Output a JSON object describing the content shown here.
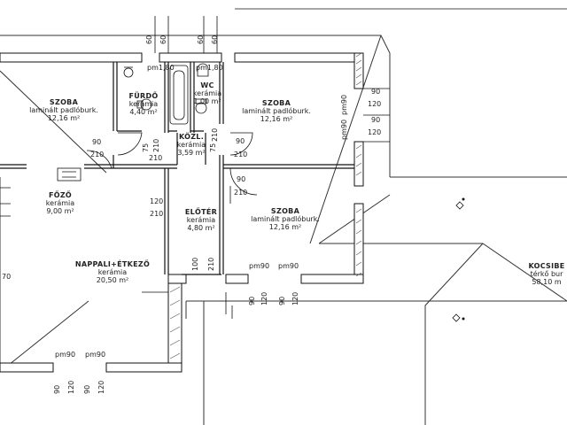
{
  "rooms": {
    "szoba1": {
      "name": "SZOBA",
      "floor": "laminált padlóburk.",
      "area": "12,16 m²"
    },
    "furdo": {
      "name": "FÜRDŐ",
      "floor": "kerámia",
      "area": "4,40 m²"
    },
    "wc": {
      "name": "WC",
      "floor": "kerámia",
      "area": "1,00 m²"
    },
    "szoba2": {
      "name": "SZOBA",
      "floor": "laminált padlóburk.",
      "area": "12,16 m²"
    },
    "kozl": {
      "name": "KÖZL.",
      "floor": "kerámia",
      "area": "3,59 m²"
    },
    "fozo": {
      "name": "FŐZŐ",
      "floor": "kerámia",
      "area": "9,00 m²"
    },
    "eloter": {
      "name": "ELŐTÉR",
      "floor": "kerámia",
      "area": "4,80 m²"
    },
    "szoba3": {
      "name": "SZOBA",
      "floor": "laminált padlóburk.",
      "area": "12,16 m²"
    },
    "nappali": {
      "name": "NAPPALI+ÉTKEZŐ",
      "floor": "kerámia",
      "area": "20,50 m²"
    },
    "kocsibe": {
      "name": "KOCSIBE",
      "floor": "térkő bur",
      "area": "58,10 m"
    }
  },
  "dims": {
    "top": [
      "60",
      "60",
      "60",
      "60"
    ],
    "pm180a": "pm1,80",
    "pm180b": "pm1,80",
    "pm90": "pm90",
    "d90": "90",
    "d120": "120",
    "d210": "210",
    "d75": "75",
    "d100": "100",
    "d70": "70"
  }
}
